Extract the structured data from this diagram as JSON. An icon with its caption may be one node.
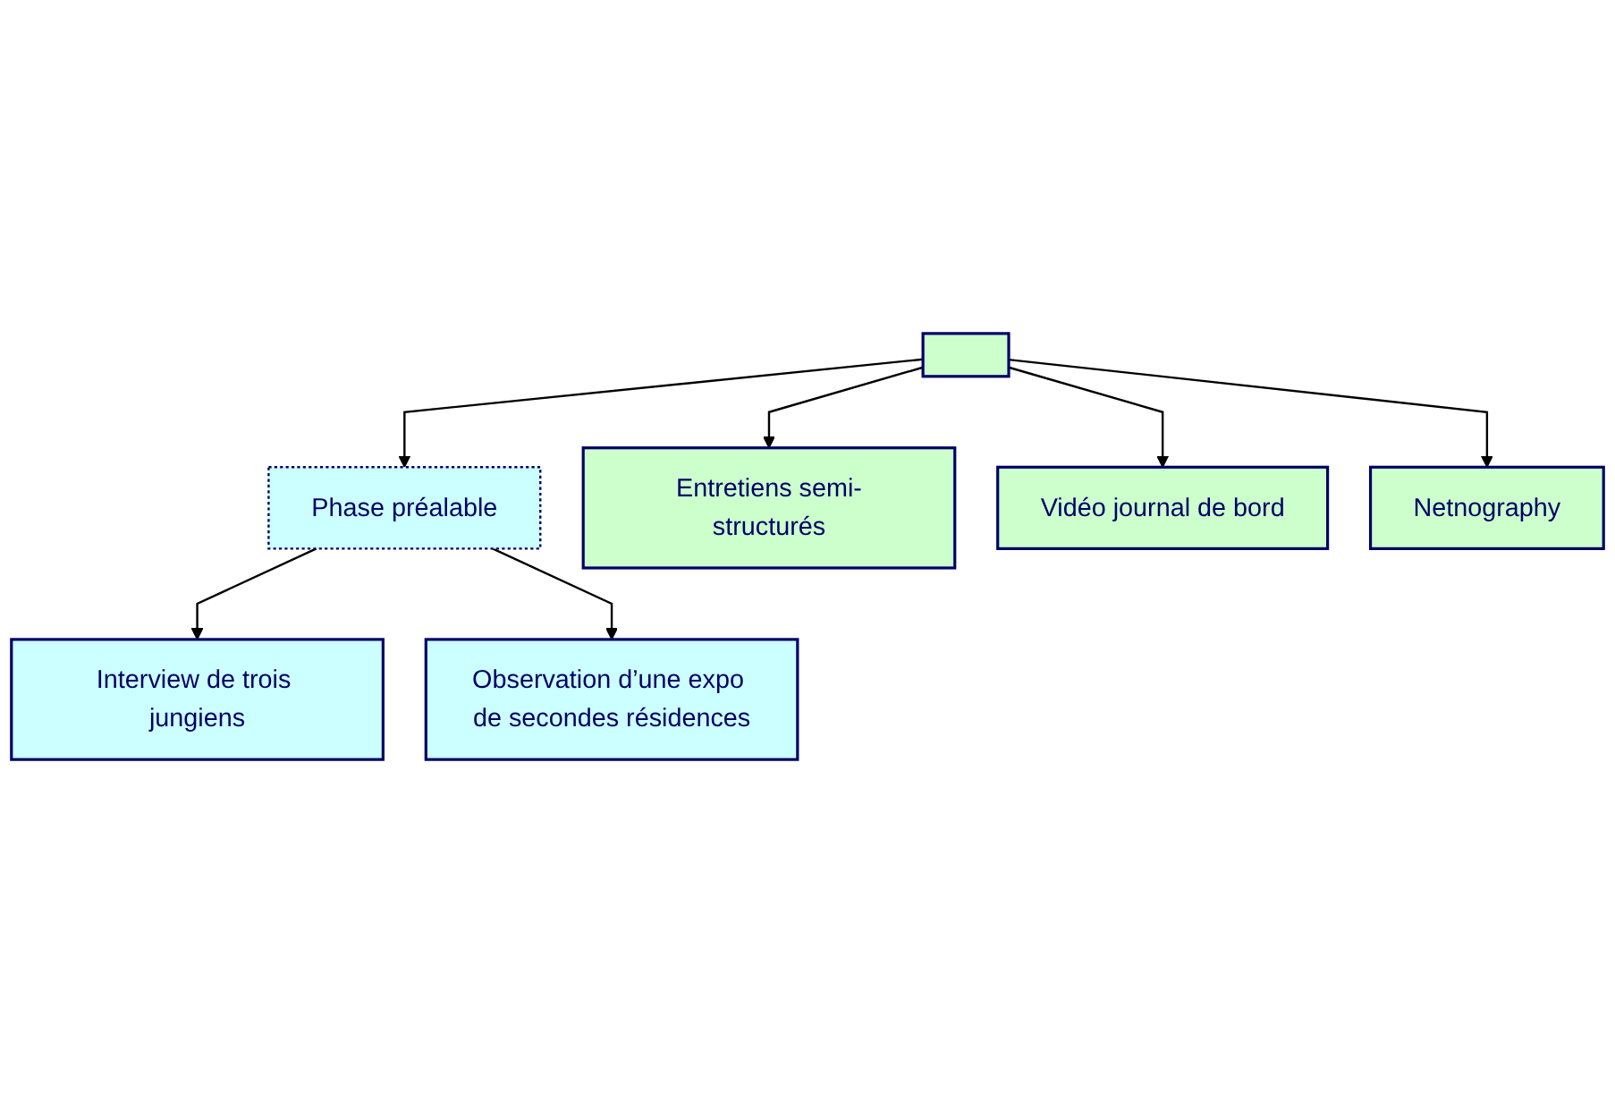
{
  "diagram": {
    "nodes": [
      {
        "text": [],
        "shape": "box"
      },
      {
        "text": [
          "Phase préalable"
        ]
      },
      {
        "text": [
          "Interview de trois jungiens"
        ]
      },
      {
        "text": [
          "Observation d’une expo de secondes résidences"
        ]
      },
      {
        "text": [
          "Entretiens semi-structurés"
        ]
      },
      {
        "text": [
          "Vidéo journal de bord"
        ]
      },
      {
        "text": [
          "Netnography"
        ]
      }
    ],
    "edges": [
      {
        "from": 0,
        "to": 1,
        "arrow": "to"
      },
      {
        "from": 1,
        "to": 2,
        "arrow": "to"
      },
      {
        "from": 1,
        "to": 3,
        "arrow": "to"
      },
      {
        "from": 0,
        "to": 4,
        "arrow": "to"
      },
      {
        "from": 0,
        "to": 5,
        "arrow": "to"
      },
      {
        "from": 0,
        "to": 6,
        "arrow": "to"
      }
    ]
  }
}
